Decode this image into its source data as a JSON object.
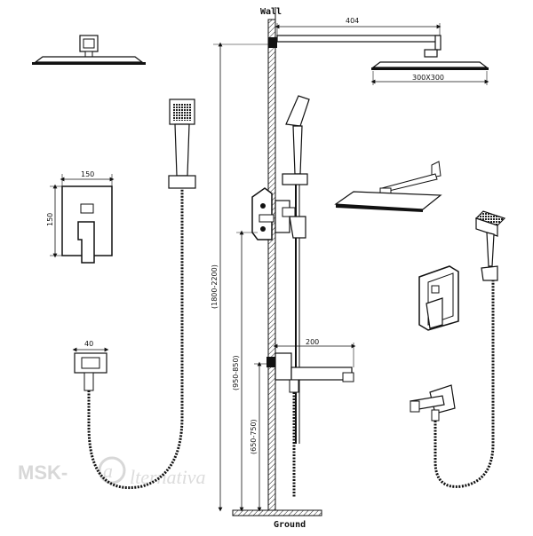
{
  "labels": {
    "wall": "Wall",
    "ground": "Ground",
    "arm_length": "404",
    "head_size": "300X300",
    "valve_width": "150",
    "valve_height": "150",
    "elbow_size": "40",
    "spout_length": "200",
    "total_height": "(1800-2200)",
    "valve_height_range": "(950-850)",
    "spout_height_range": "(650-750)"
  },
  "watermark": {
    "brand": "MSK-",
    "brand_tail": "lternativa",
    "mark": "a"
  }
}
